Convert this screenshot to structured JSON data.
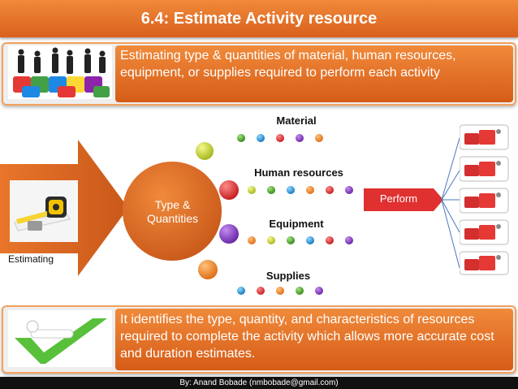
{
  "title": "6.4: Estimate Activity resource",
  "intro_text": "Estimating type & quantities of material, human resources, equipment, or supplies required to perform each activity",
  "estimating_label": "Estimating",
  "center_node": "Type & Quantities",
  "categories": [
    "Material",
    "Human resources",
    "Equipment",
    "Supplies"
  ],
  "perform_label": "Perform",
  "summary_text": "It identifies the type, quantity, and characteristics of resources required to complete the activity which allows more accurate cost and duration estimates.",
  "footer": "By: Anand Bobade (nmbobade@gmail.com)",
  "colors": {
    "accent": "#e8752a",
    "dark_accent": "#c9581a",
    "perform": "#e03030"
  }
}
